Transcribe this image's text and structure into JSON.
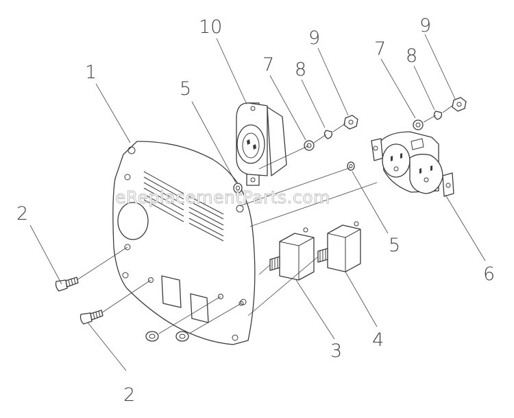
{
  "watermark": "eReplacementParts.com",
  "callouts": {
    "c1": "1",
    "c2a": "2",
    "c2b": "2",
    "c3": "3",
    "c4": "4",
    "c5a": "5",
    "c5b": "5",
    "c6": "6",
    "c7a": "7",
    "c7b": "7",
    "c8a": "8",
    "c8b": "8",
    "c9a": "9",
    "c9b": "9",
    "c10": "10"
  },
  "colors": {
    "line": "#3a3a3a",
    "callout": "#444444",
    "background": "#ffffff"
  }
}
